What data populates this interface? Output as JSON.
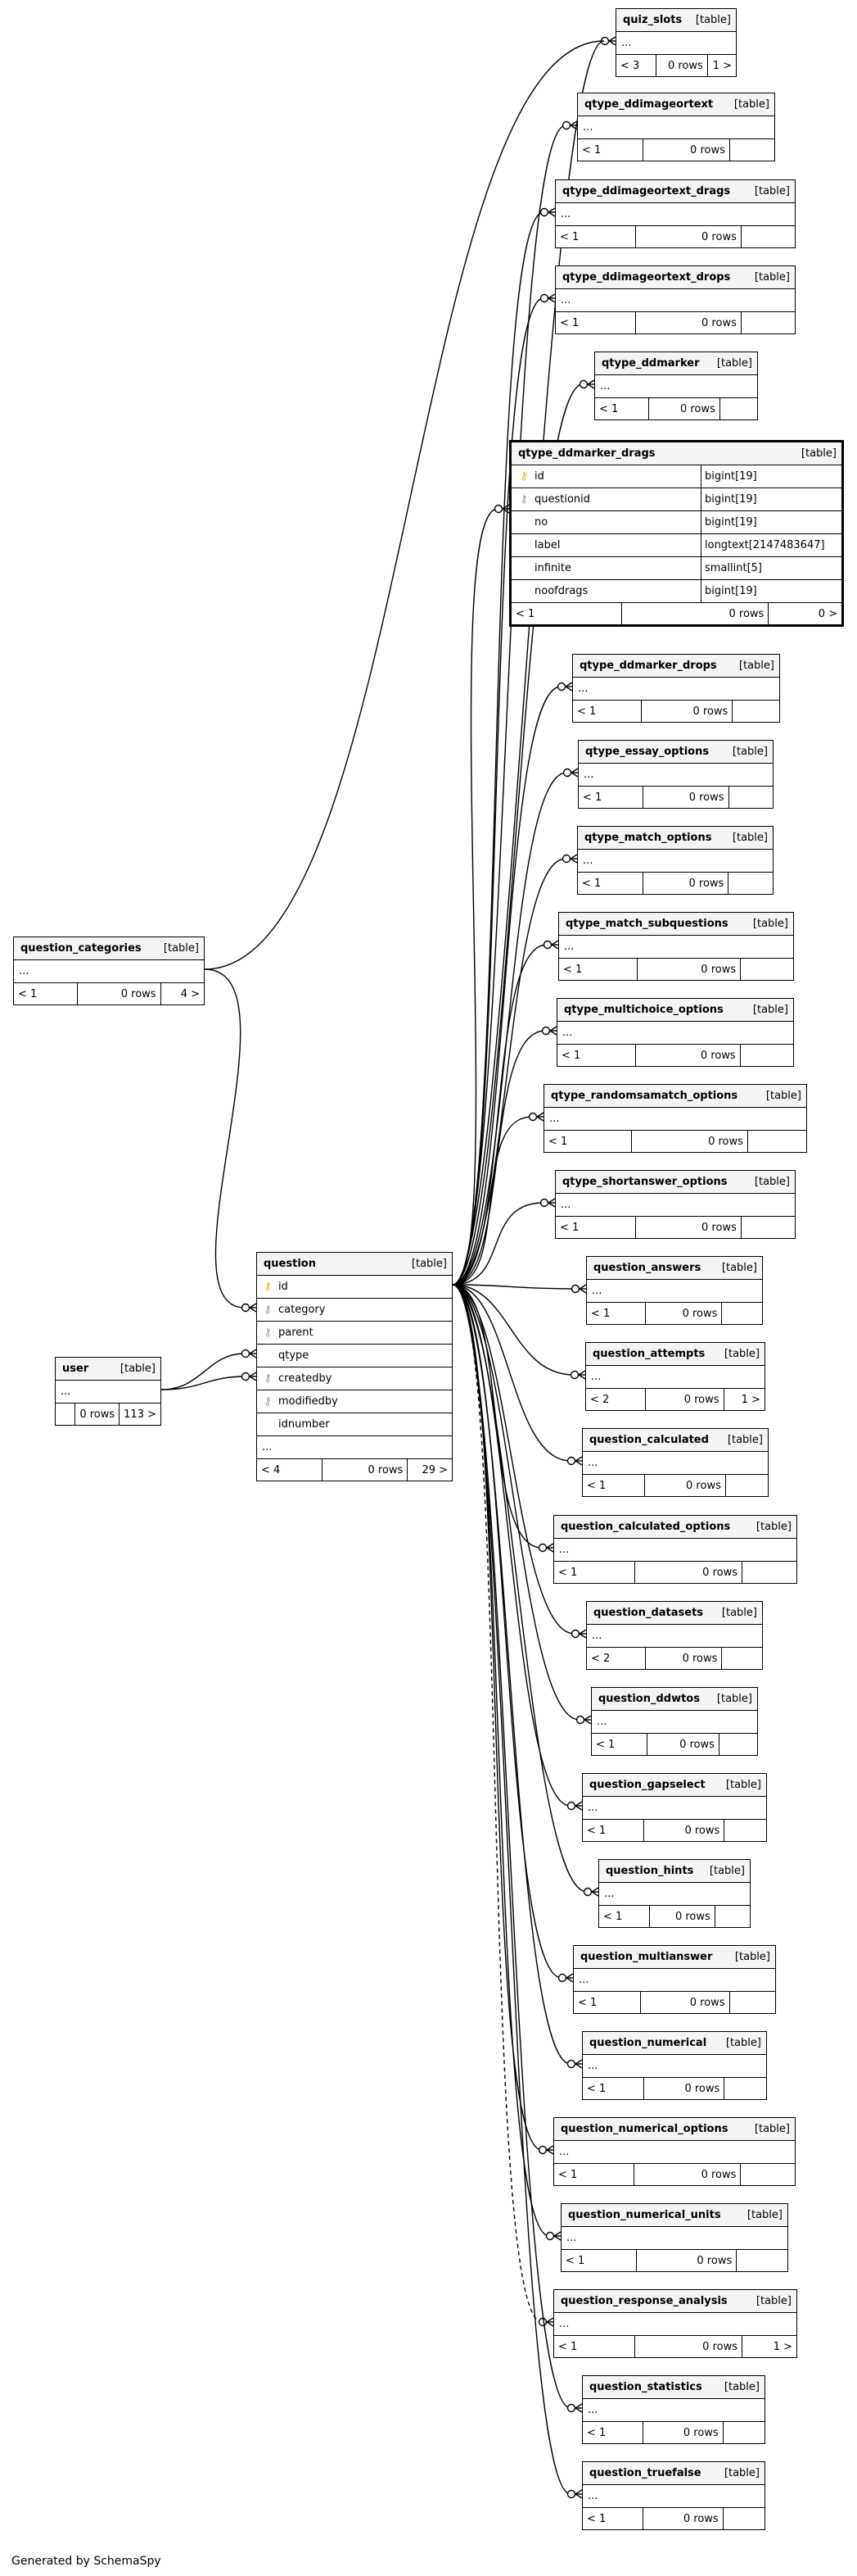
{
  "credit": "Generated by SchemaSpy",
  "tables": [
    {
      "id": "quiz_slots",
      "name": "quiz_slots",
      "tag": "[table]",
      "ellipsis": "...",
      "footer": [
        "< 3",
        "0 rows",
        "1 >"
      ]
    },
    {
      "id": "qtype_ddimageortext",
      "name": "qtype_ddimageortext",
      "tag": "[table]",
      "ellipsis": "...",
      "footer": [
        "< 1",
        "0 rows",
        ""
      ]
    },
    {
      "id": "qtype_ddimageortext_drags",
      "name": "qtype_ddimageortext_drags",
      "tag": "[table]",
      "ellipsis": "...",
      "footer": [
        "< 1",
        "0 rows",
        ""
      ]
    },
    {
      "id": "qtype_ddimageortext_drops",
      "name": "qtype_ddimageortext_drops",
      "tag": "[table]",
      "ellipsis": "...",
      "footer": [
        "< 1",
        "0 rows",
        ""
      ]
    },
    {
      "id": "qtype_ddmarker",
      "name": "qtype_ddmarker",
      "tag": "[table]",
      "ellipsis": "...",
      "footer": [
        "< 1",
        "0 rows",
        ""
      ]
    },
    {
      "id": "qtype_ddmarker_drags",
      "name": "qtype_ddmarker_drags",
      "tag": "[table]",
      "focus": true,
      "columns": [
        {
          "key": "pk",
          "name": "id",
          "type": "bigint[19]"
        },
        {
          "key": "fk",
          "name": "questionid",
          "type": "bigint[19]"
        },
        {
          "key": "none",
          "name": "no",
          "type": "bigint[19]"
        },
        {
          "key": "none",
          "name": "label",
          "type": "longtext[2147483647]"
        },
        {
          "key": "none",
          "name": "infinite",
          "type": "smallint[5]"
        },
        {
          "key": "none",
          "name": "noofdrags",
          "type": "bigint[19]"
        }
      ],
      "footer": [
        "< 1",
        "0 rows",
        "0 >"
      ]
    },
    {
      "id": "qtype_ddmarker_drops",
      "name": "qtype_ddmarker_drops",
      "tag": "[table]",
      "ellipsis": "...",
      "footer": [
        "< 1",
        "0 rows",
        ""
      ]
    },
    {
      "id": "qtype_essay_options",
      "name": "qtype_essay_options",
      "tag": "[table]",
      "ellipsis": "...",
      "footer": [
        "< 1",
        "0 rows",
        ""
      ]
    },
    {
      "id": "qtype_match_options",
      "name": "qtype_match_options",
      "tag": "[table]",
      "ellipsis": "...",
      "footer": [
        "< 1",
        "0 rows",
        ""
      ]
    },
    {
      "id": "qtype_match_subquestions",
      "name": "qtype_match_subquestions",
      "tag": "[table]",
      "ellipsis": "...",
      "footer": [
        "< 1",
        "0 rows",
        ""
      ]
    },
    {
      "id": "qtype_multichoice_options",
      "name": "qtype_multichoice_options",
      "tag": "[table]",
      "ellipsis": "...",
      "footer": [
        "< 1",
        "0 rows",
        ""
      ]
    },
    {
      "id": "qtype_randomsamatch_options",
      "name": "qtype_randomsamatch_options",
      "tag": "[table]",
      "ellipsis": "...",
      "footer": [
        "< 1",
        "0 rows",
        ""
      ]
    },
    {
      "id": "qtype_shortanswer_options",
      "name": "qtype_shortanswer_options",
      "tag": "[table]",
      "ellipsis": "...",
      "footer": [
        "< 1",
        "0 rows",
        ""
      ]
    },
    {
      "id": "question_answers",
      "name": "question_answers",
      "tag": "[table]",
      "ellipsis": "...",
      "footer": [
        "< 1",
        "0 rows",
        ""
      ]
    },
    {
      "id": "question_attempts",
      "name": "question_attempts",
      "tag": "[table]",
      "ellipsis": "...",
      "footer": [
        "< 2",
        "0 rows",
        "1 >"
      ]
    },
    {
      "id": "question_calculated",
      "name": "question_calculated",
      "tag": "[table]",
      "ellipsis": "...",
      "footer": [
        "< 1",
        "0 rows",
        ""
      ]
    },
    {
      "id": "question_calculated_options",
      "name": "question_calculated_options",
      "tag": "[table]",
      "ellipsis": "...",
      "footer": [
        "< 1",
        "0 rows",
        ""
      ]
    },
    {
      "id": "question_datasets",
      "name": "question_datasets",
      "tag": "[table]",
      "ellipsis": "...",
      "footer": [
        "< 2",
        "0 rows",
        ""
      ]
    },
    {
      "id": "question_ddwtos",
      "name": "question_ddwtos",
      "tag": "[table]",
      "ellipsis": "...",
      "footer": [
        "< 1",
        "0 rows",
        ""
      ]
    },
    {
      "id": "question_gapselect",
      "name": "question_gapselect",
      "tag": "[table]",
      "ellipsis": "...",
      "footer": [
        "< 1",
        "0 rows",
        ""
      ]
    },
    {
      "id": "question_hints",
      "name": "question_hints",
      "tag": "[table]",
      "ellipsis": "...",
      "footer": [
        "< 1",
        "0 rows",
        ""
      ]
    },
    {
      "id": "question_multianswer",
      "name": "question_multianswer",
      "tag": "[table]",
      "ellipsis": "...",
      "footer": [
        "< 1",
        "0 rows",
        ""
      ]
    },
    {
      "id": "question_numerical",
      "name": "question_numerical",
      "tag": "[table]",
      "ellipsis": "...",
      "footer": [
        "< 1",
        "0 rows",
        ""
      ]
    },
    {
      "id": "question_numerical_options",
      "name": "question_numerical_options",
      "tag": "[table]",
      "ellipsis": "...",
      "footer": [
        "< 1",
        "0 rows",
        ""
      ]
    },
    {
      "id": "question_numerical_units",
      "name": "question_numerical_units",
      "tag": "[table]",
      "ellipsis": "...",
      "footer": [
        "< 1",
        "0 rows",
        ""
      ]
    },
    {
      "id": "question_response_analysis",
      "name": "question_response_analysis",
      "tag": "[table]",
      "ellipsis": "...",
      "footer": [
        "< 1",
        "0 rows",
        "1 >"
      ]
    },
    {
      "id": "question_statistics",
      "name": "question_statistics",
      "tag": "[table]",
      "ellipsis": "...",
      "footer": [
        "< 1",
        "0 rows",
        ""
      ]
    },
    {
      "id": "question_truefalse",
      "name": "question_truefalse",
      "tag": "[table]",
      "ellipsis": "...",
      "footer": [
        "< 1",
        "0 rows",
        ""
      ]
    },
    {
      "id": "question_categories",
      "name": "question_categories",
      "tag": "[table]",
      "ellipsis": "...",
      "footer": [
        "< 1",
        "0 rows",
        "4 >"
      ]
    },
    {
      "id": "question",
      "name": "question",
      "tag": "[table]",
      "columns": [
        {
          "key": "pk",
          "name": "id"
        },
        {
          "key": "fk",
          "name": "category"
        },
        {
          "key": "fk",
          "name": "parent"
        },
        {
          "key": "none",
          "name": "qtype"
        },
        {
          "key": "fk",
          "name": "createdby"
        },
        {
          "key": "fk",
          "name": "modifiedby"
        },
        {
          "key": "none",
          "name": "idnumber"
        }
      ],
      "ellipsis": "...",
      "footer": [
        "< 4",
        "0 rows",
        "29 >"
      ]
    },
    {
      "id": "user",
      "name": "user",
      "tag": "[table]",
      "ellipsis": "...",
      "footer": [
        "",
        "0 rows",
        "113 >"
      ]
    }
  ]
}
